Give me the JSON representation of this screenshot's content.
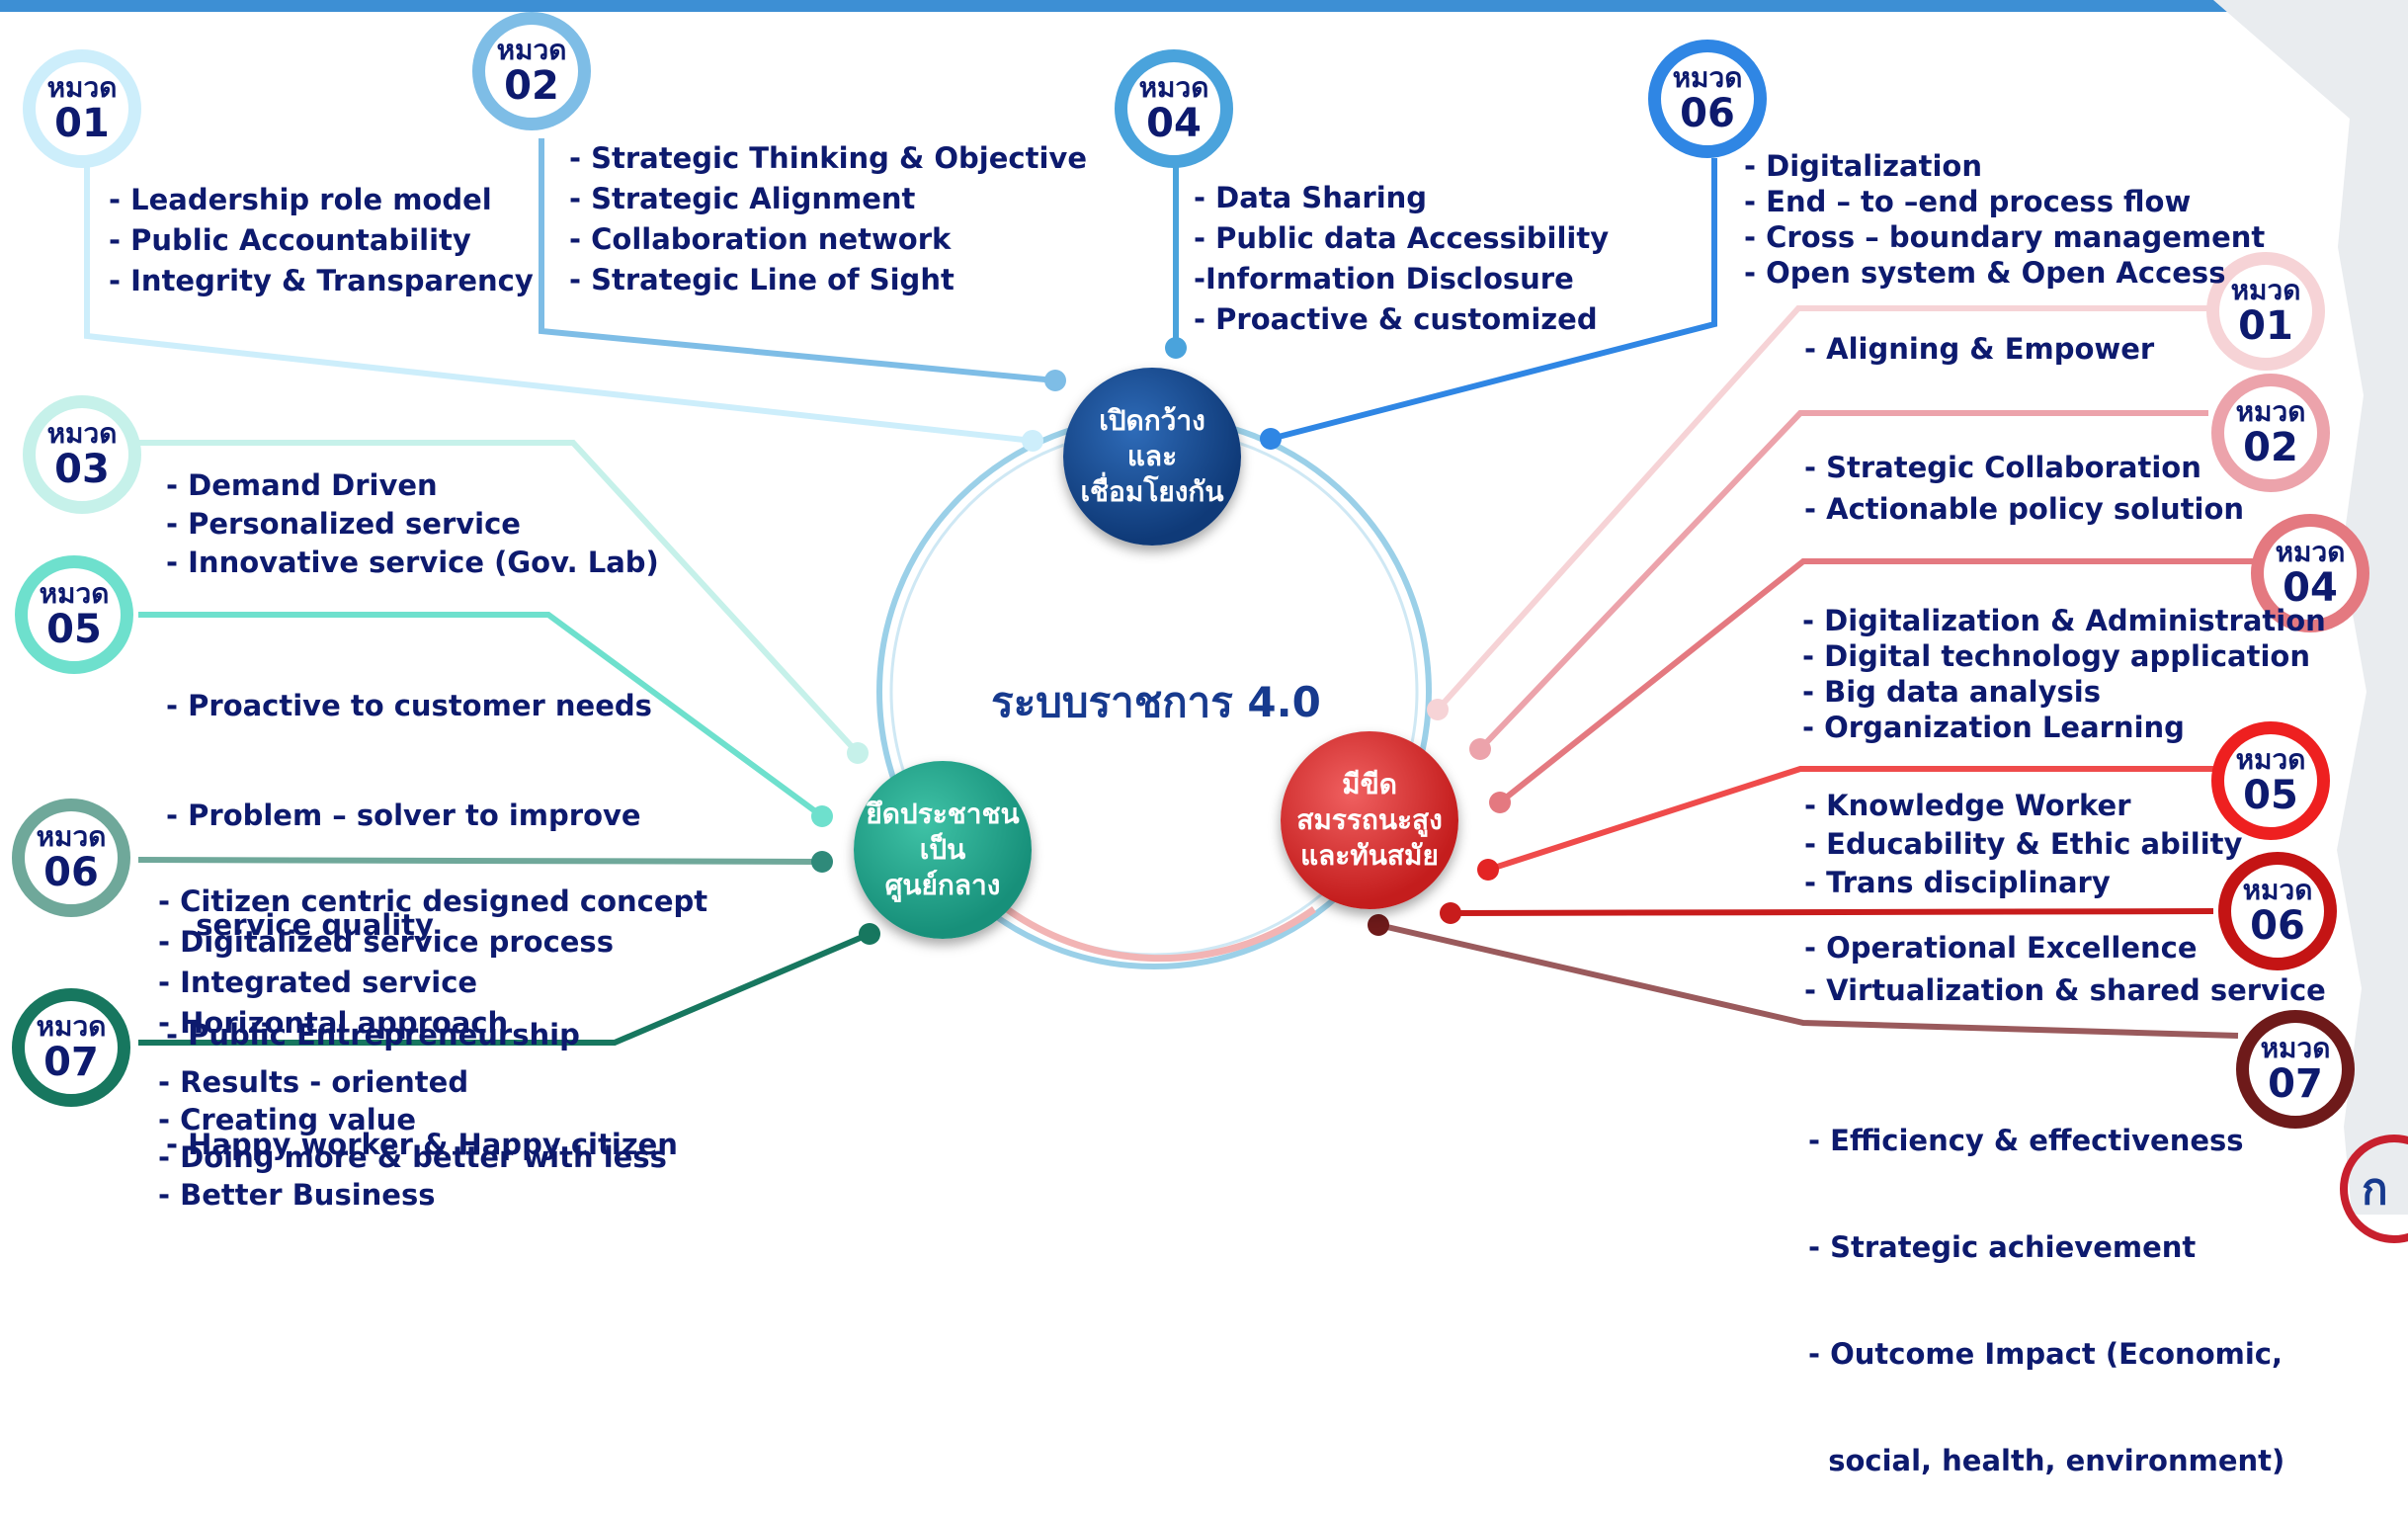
{
  "center_title": "ระบบราชการ 4.0",
  "hubs": {
    "top": "เปิดกว้าง\nและ\nเชื่อมโยงกัน",
    "left": "ยึดประชาชน\nเป็น\nศูนย์กลาง",
    "right": "มีขีด\nสมรรถนะสูง\nและทันสมัย"
  },
  "badge_label": "หมวด",
  "groups": {
    "top_01": {
      "num": "01",
      "items": [
        "- Leadership role model",
        "- Public Accountability",
        "- Integrity & Transparency"
      ]
    },
    "top_02": {
      "num": "02",
      "items": [
        "- Strategic Thinking & Objective",
        "- Strategic Alignment",
        "- Collaboration network",
        "- Strategic Line of Sight"
      ]
    },
    "top_04": {
      "num": "04",
      "items": [
        "- Data Sharing",
        "- Public data Accessibility",
        "-Information Disclosure",
        "- Proactive & customized"
      ]
    },
    "top_06": {
      "num": "06",
      "items": [
        "- Digitalization",
        "- End – to –end process flow",
        "- Cross – boundary  management",
        "- Open system & Open  Access"
      ]
    },
    "left_03": {
      "num": "03",
      "items": [
        "- Demand Driven",
        "- Personalized service",
        "- Innovative service (Gov. Lab)"
      ]
    },
    "left_05": {
      "num": "05",
      "items": [
        "- Proactive to customer needs",
        "- Problem – solver to improve",
        "   service quality",
        "- Public Entrepreneurship",
        "- Happy worker & Happy citizen"
      ]
    },
    "left_06": {
      "num": "06",
      "items": [
        "- Citizen centric designed concept",
        "- Digitalized service process",
        "- Integrated service",
        "- Horizontal approach"
      ]
    },
    "left_07": {
      "num": "07",
      "items": [
        "- Results - oriented",
        "- Creating value",
        "- Doing more & better with less",
        "- Better Business"
      ]
    },
    "right_01": {
      "num": "01",
      "items": [
        "- Aligning & Empower"
      ]
    },
    "right_02": {
      "num": "02",
      "items": [
        "- Strategic Collaboration",
        "- Actionable policy solution"
      ]
    },
    "right_04": {
      "num": "04",
      "items": [
        "- Digitalization & Administration",
        "- Digital technology application",
        "- Big data analysis",
        "- Organization Learning"
      ]
    },
    "right_05": {
      "num": "05",
      "items": [
        "- Knowledge Worker",
        "- Educability & Ethic ability",
        "- Trans disciplinary"
      ]
    },
    "right_06": {
      "num": "06",
      "items": [
        "- Operational Excellence",
        "- Virtualization & shared service"
      ]
    },
    "right_07": {
      "num": "07",
      "items": [
        "- Efficiency & effectiveness",
        "- Strategic achievement",
        "- Outcome Impact (Economic,",
        "  social, health, environment)"
      ]
    }
  },
  "colors": {
    "top_bar": "#3d8fd4",
    "text": "#0d1a6e",
    "title": "#173a8e",
    "hub_top": "#0f3a78",
    "hub_left": "#17907a",
    "hub_right": "#d42a2a"
  },
  "corner_logo_text": "ก"
}
